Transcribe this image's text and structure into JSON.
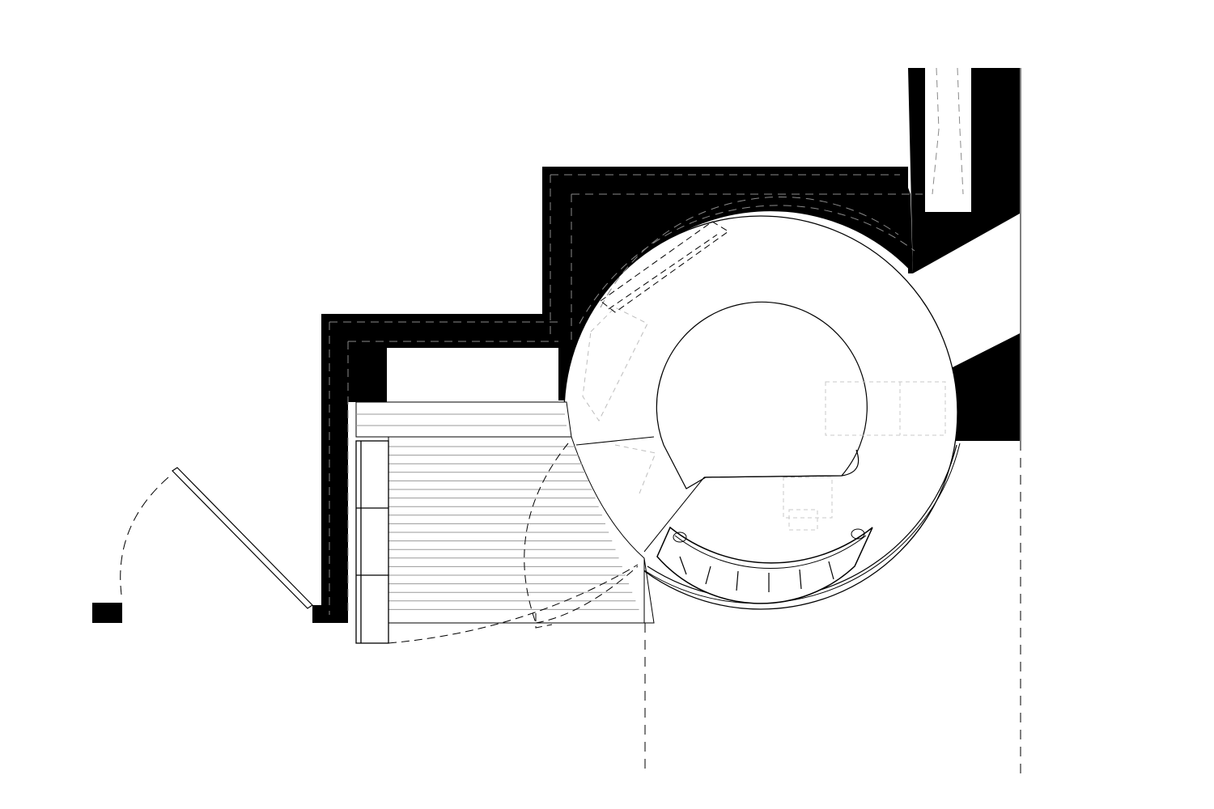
{
  "drawing": {
    "type": "architectural-floor-plan",
    "text_labels": [],
    "colors": {
      "background": "#ffffff",
      "poche": "#000000",
      "line": "#000000",
      "light_line": "#9a9a9a",
      "faint_line": "#c8c8c8",
      "hidden_on_poche": "#8a8a8a"
    },
    "elements": [
      {
        "id": "poche-walls",
        "kind": "solid wall mass"
      },
      {
        "id": "rotunda",
        "kind": "circular room"
      },
      {
        "id": "inner-core",
        "kind": "cylindrical core"
      },
      {
        "id": "curved-bench",
        "kind": "built-in curved seating",
        "segments": 7
      },
      {
        "id": "stair",
        "kind": "stair with landing"
      },
      {
        "id": "side-bench",
        "kind": "bench",
        "segments": 3
      },
      {
        "id": "pivot-door",
        "kind": "door with swing arc"
      },
      {
        "id": "freestanding-post",
        "kind": "column"
      },
      {
        "id": "chimney-flue",
        "kind": "flue shaft"
      },
      {
        "id": "projection-lines",
        "kind": "dashed projection lines"
      }
    ]
  }
}
